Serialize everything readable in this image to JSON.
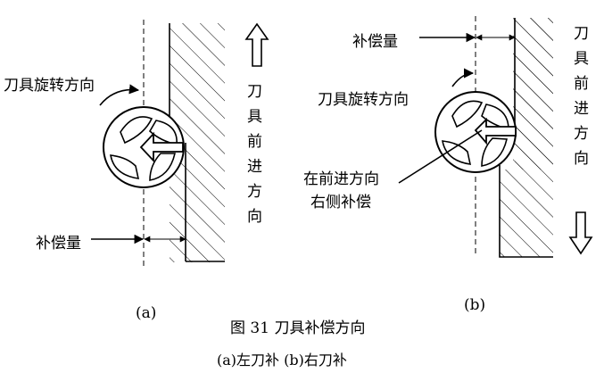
{
  "panel_a": {
    "rotation_label": "刀具旋转方向",
    "advance_label": "刀具前进方向",
    "offset_label": "补偿量",
    "tag": "(a)"
  },
  "panel_b": {
    "offset_label": "补偿量",
    "rotation_label": "刀具旋转方向",
    "side_label_line1": "在前进方向",
    "side_label_line2": "右侧补偿",
    "advance_label": "刀具前进方向",
    "tag": "(b)"
  },
  "caption": {
    "title": "图 31  刀具补偿方向",
    "subtitle": "(a)左刀补   (b)右刀补"
  }
}
